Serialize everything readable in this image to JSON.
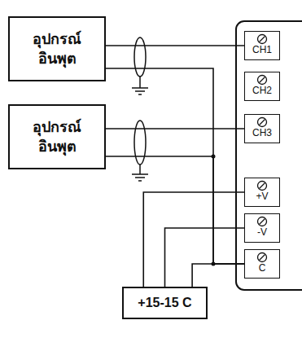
{
  "diagram": {
    "nodes": [
      {
        "text": [
          "อุปกรณ์ อินพุต"
        ]
      },
      {
        "text": [
          "อุปกรณ์ อินพุต"
        ]
      },
      {
        "text": [
          "CH1"
        ]
      },
      {
        "text": [
          "CH2"
        ]
      },
      {
        "text": [
          "CH3"
        ]
      },
      {
        "text": [
          "+V"
        ]
      },
      {
        "text": [
          "-V"
        ]
      },
      {
        "text": [
          "C"
        ]
      },
      {
        "text": [
          "+15-15 C"
        ]
      }
    ],
    "edges": [
      {
        "from": 0,
        "to": 2,
        "arrow": "none"
      },
      {
        "from": 0,
        "to": 7,
        "arrow": "none"
      },
      {
        "from": 1,
        "to": 4,
        "arrow": "none"
      },
      {
        "from": 1,
        "to": 7,
        "arrow": "none"
      },
      {
        "from": 8,
        "to": 5,
        "arrow": "none"
      },
      {
        "from": 8,
        "to": 6,
        "arrow": "none"
      },
      {
        "from": 8,
        "to": 7,
        "arrow": "none"
      }
    ]
  }
}
